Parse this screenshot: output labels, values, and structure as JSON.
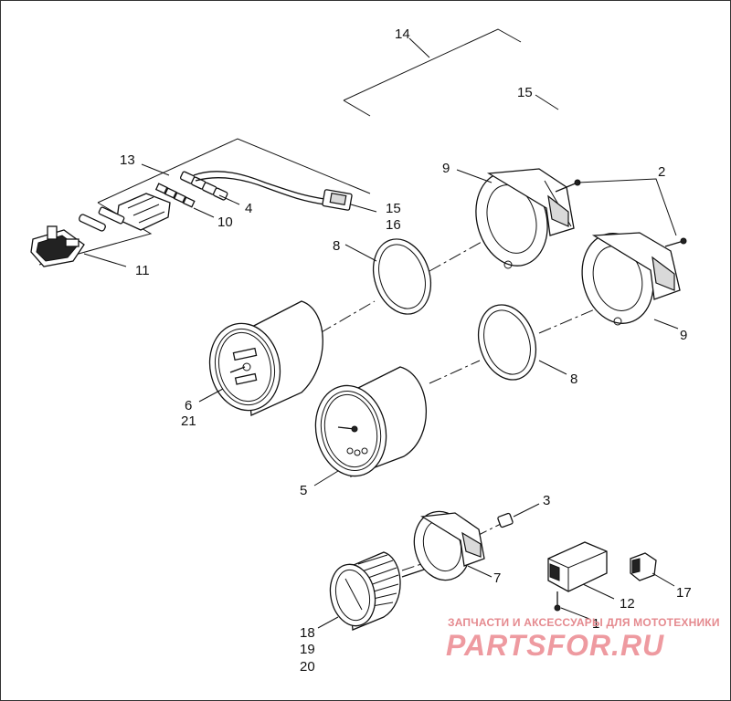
{
  "callouts": {
    "n14": "14",
    "n15a": "15",
    "n13": "13",
    "n9a": "9",
    "n2": "2",
    "n15b": "15",
    "n16": "16",
    "n4": "4",
    "n10": "10",
    "n11": "11",
    "n8a": "8",
    "n9b": "9",
    "n8b": "8",
    "n6": "6",
    "n21": "21",
    "n5": "5",
    "n3": "3",
    "n7": "7",
    "n12": "12",
    "n17": "17",
    "n1": "1",
    "n18": "18",
    "n19": "19",
    "n20": "20"
  },
  "watermark": {
    "caption": "ЗАПЧАСТИ И АКСЕССУАРЫ ДЛЯ МОТОТЕХНИКИ",
    "logo": "PARTSFOR.RU",
    "color": "#ee9aa0"
  },
  "icons": [
    "gauge-icon",
    "bezel-icon",
    "connector-icon",
    "bulb-icon",
    "screw-icon"
  ]
}
